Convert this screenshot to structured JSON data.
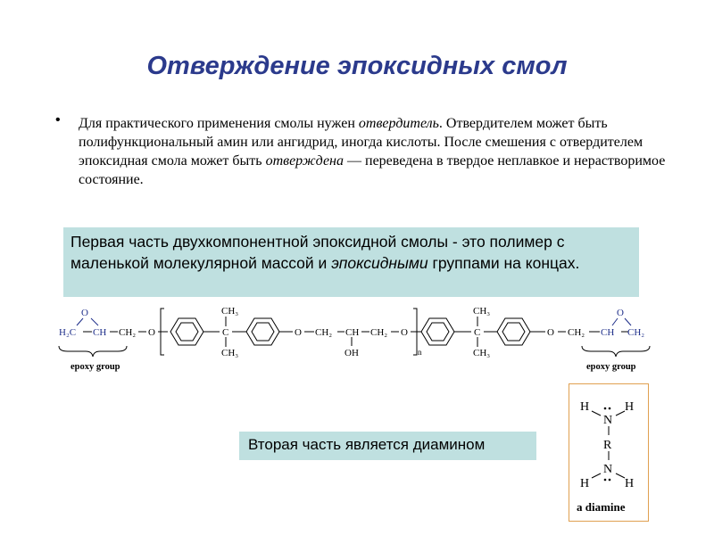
{
  "title": "Отверждение эпоксидных смол",
  "bullet": {
    "glyph": "•",
    "text_1": "Для практического применения смолы нужен ",
    "italic_1": "отвердитель",
    "text_2": ". Отвердителем может быть полифункциональный амин или ангидрид, иногда кислоты. После смешения с отвердителем эпоксидная смола может быть ",
    "italic_2": "отверждена",
    "text_3": " — переведена в твердое неплавкое и нерастворимое состояние."
  },
  "box1": {
    "text_1": "Первая часть двухкомпонентной эпоксидной смолы - это полимер с маленькой молекулярной массой и ",
    "italic": "эпоксидными",
    "text_2": " группами на концах."
  },
  "box2": {
    "text": "Вторая часть является диамином"
  },
  "formula": {
    "o": "O",
    "h2c": "H₂C",
    "ch": "CH",
    "ch2": "CH₂",
    "ch3": "CH₃",
    "c": "C",
    "oh": "OH",
    "n": "n",
    "epoxy_label": "epoxy group"
  },
  "diamine": {
    "h": "H",
    "n": "N",
    "r": "R",
    "label": "a diamine"
  },
  "colors": {
    "title": "#2b3a8c",
    "box": "#bfe0e0",
    "formula_blue": "#1f2f8a",
    "diamine_border": "#e0a050"
  }
}
